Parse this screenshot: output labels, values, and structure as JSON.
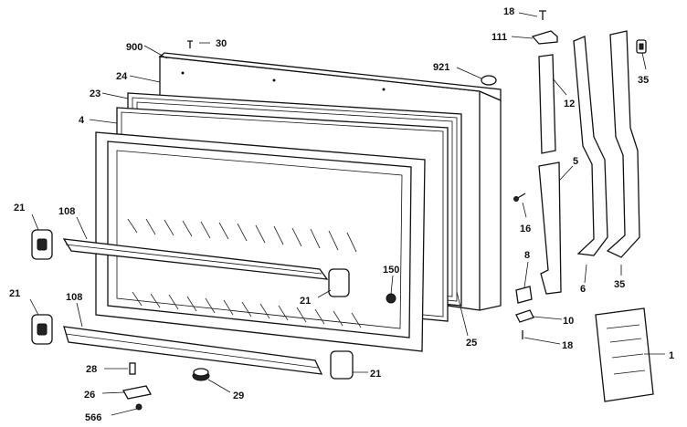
{
  "diagram": {
    "labels": {
      "p18_top": "18",
      "p111": "111",
      "p900": "900",
      "p30": "30",
      "p921": "921",
      "p24": "24",
      "p23": "23",
      "p12": "12",
      "p35_top": "35",
      "p4": "4",
      "p5": "5",
      "p21_left_top": "21",
      "p108_top": "108",
      "p16": "16",
      "p8": "8",
      "p150": "150",
      "p21_mid": "21",
      "p6": "6",
      "p35_bottom": "35",
      "p21_left_bottom": "21",
      "p108_bottom": "108",
      "p10": "10",
      "p25": "25",
      "p18_bottom": "18",
      "p1": "1",
      "p28": "28",
      "p21_bottom": "21",
      "p26": "26",
      "p29": "29",
      "p566": "566"
    }
  }
}
